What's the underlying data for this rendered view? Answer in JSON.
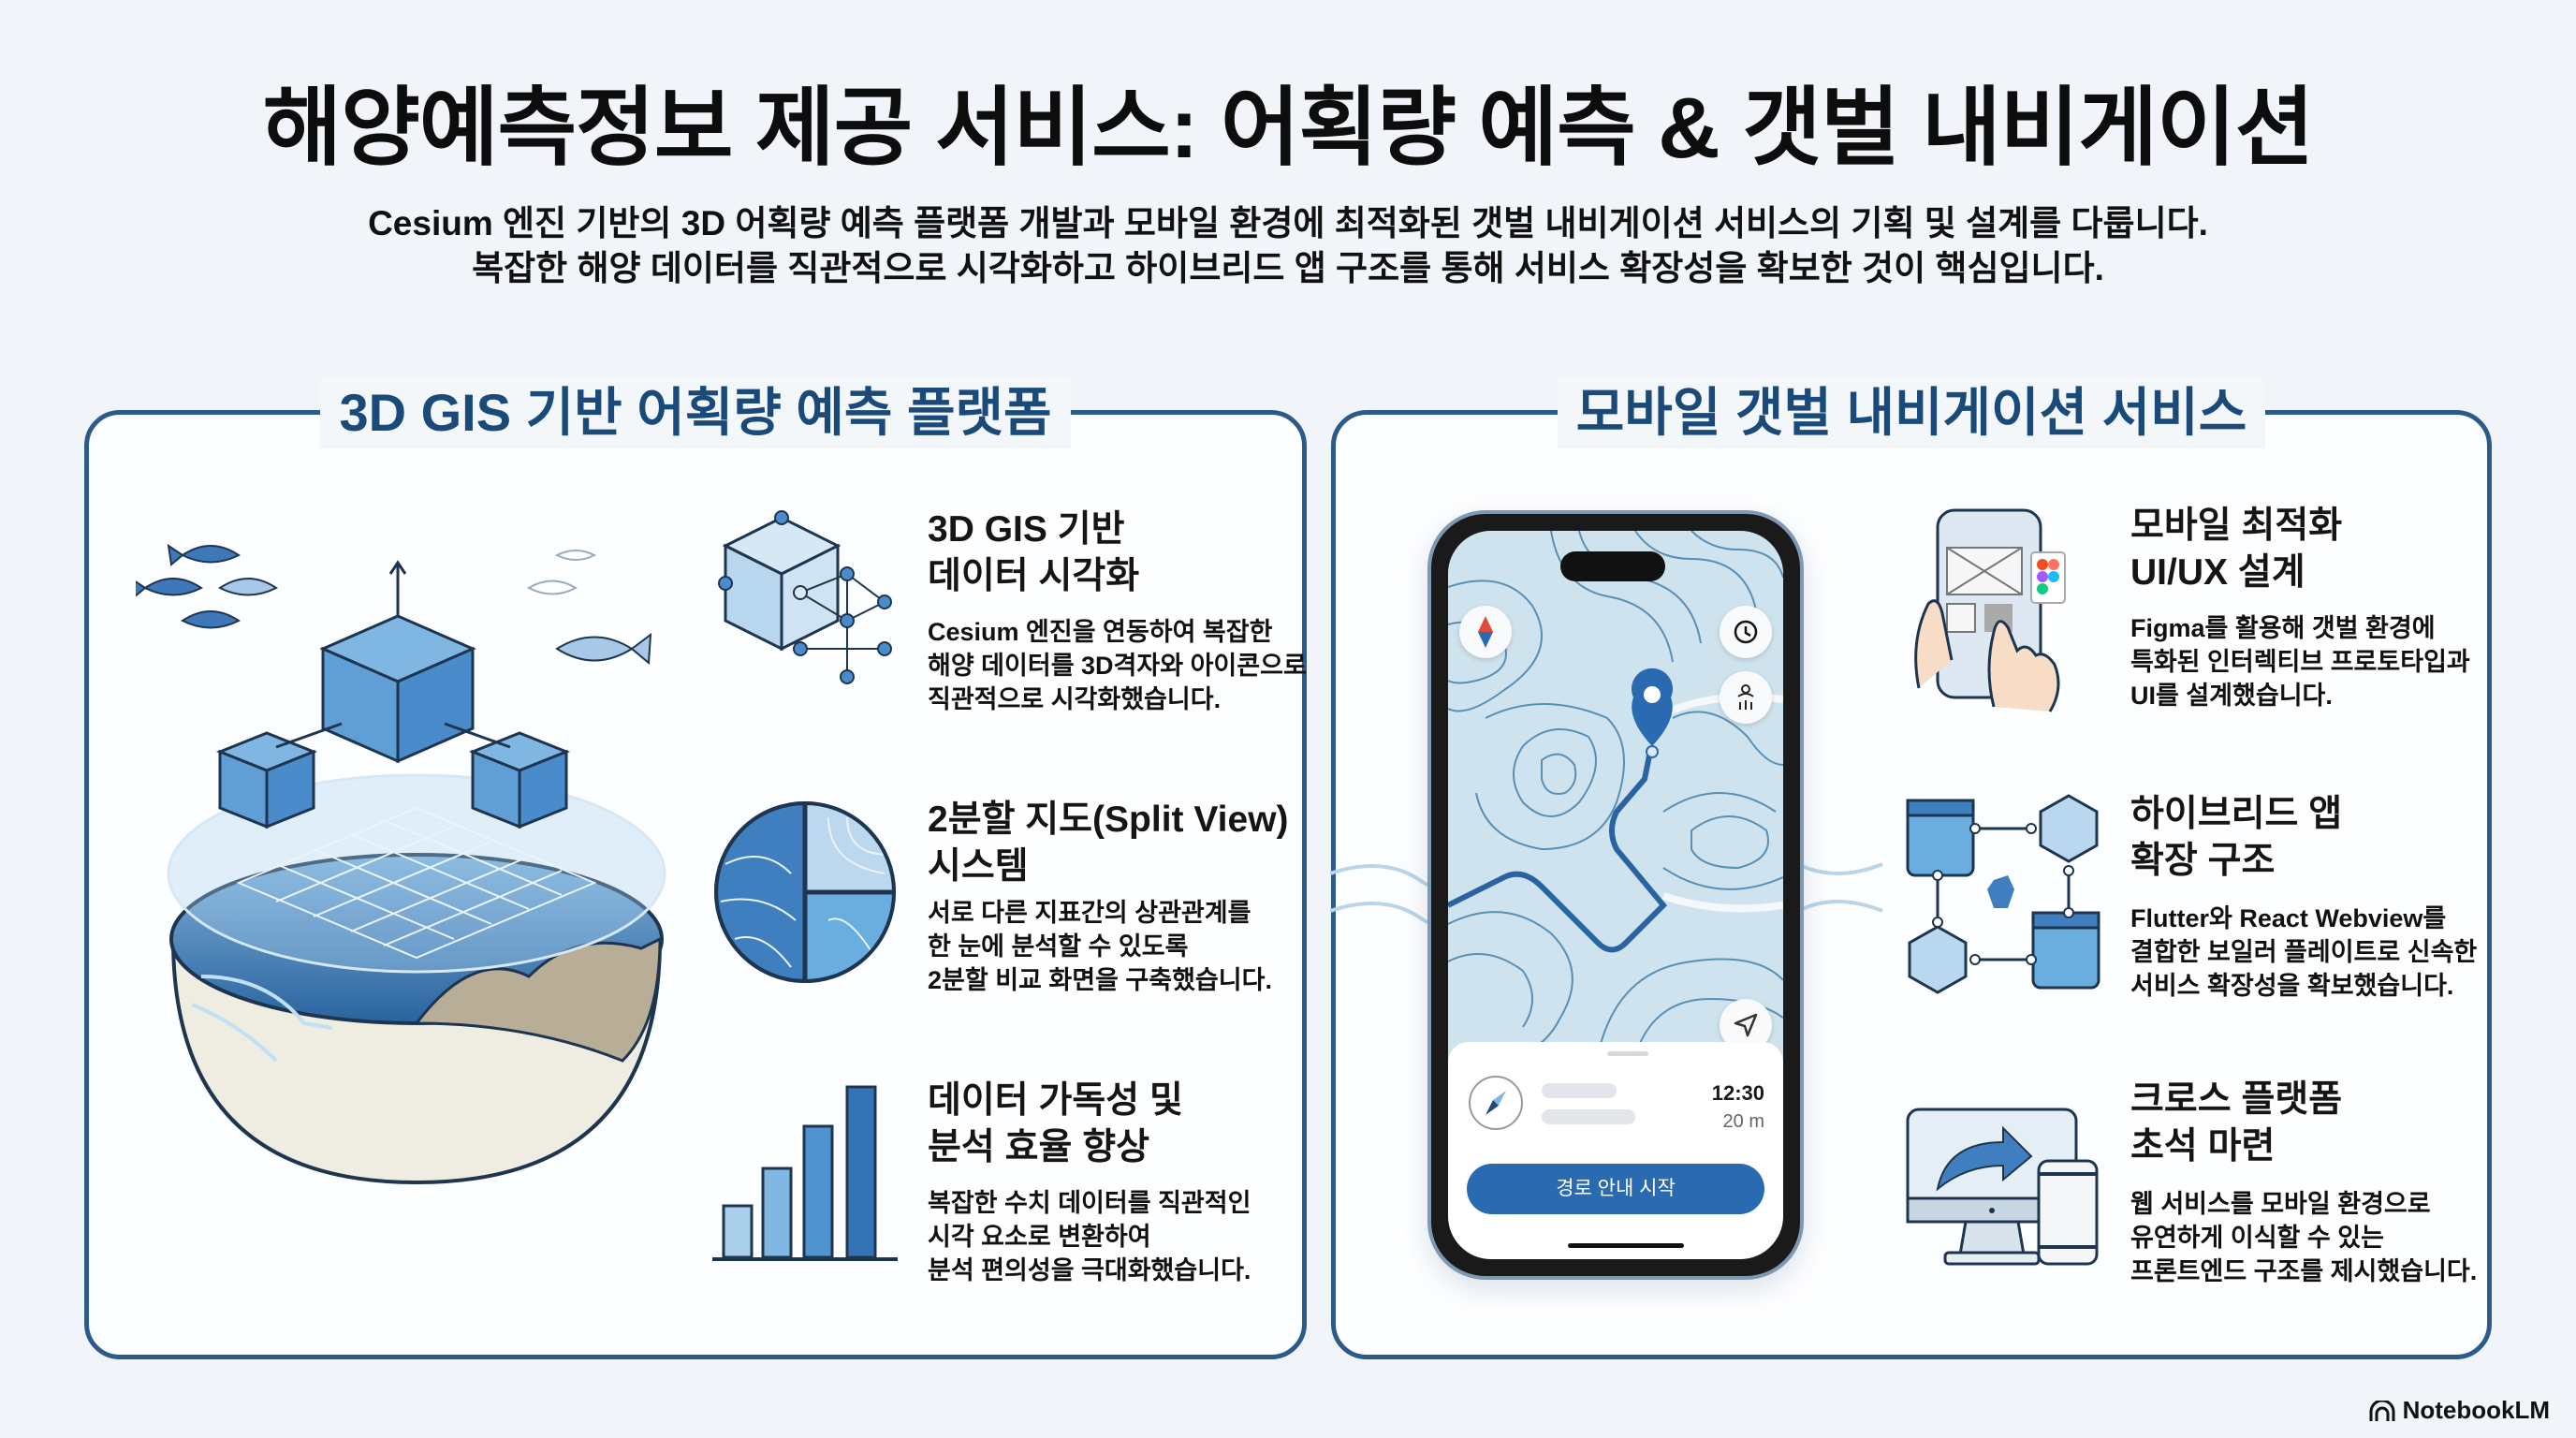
{
  "header": {
    "title": "해양예측정보 제공 서비스: 어획량 예측 & 갯벌 내비게이션",
    "subtitle_line1": "Cesium 엔진 기반의 3D 어획량 예측 플랫폼 개발과 모바일 환경에 최적화된 갯벌 내비게이션 서비스의 기획 및 설계를 다룹니다.",
    "subtitle_line2": "복잡한 해양 데이터를 직관적으로 시각화하고 하이브리드 앱 구조를 통해 서비스 확장성을 확보한 것이 핵심입니다."
  },
  "left_panel": {
    "heading": "3D GIS 기반 어획량 예측 플랫폼",
    "illustration": "globe-ocean-grid-cubes-fish",
    "features": [
      {
        "icon": "cube-network-icon",
        "title_line1": "3D GIS 기반",
        "title_line2": "데이터 시각화",
        "desc_line1": "Cesium 엔진을 연동하여 복잡한",
        "desc_line2": "해양 데이터를 3D격자와 아이콘으로",
        "desc_line3": "직관적으로 시각화했습니다."
      },
      {
        "icon": "split-map-icon",
        "title_line1": "2분할 지도(Split View)",
        "title_line2": "시스템",
        "desc_line1": "서로 다른 지표간의 상관관계를",
        "desc_line2": "한 눈에 분석할 수 있도록",
        "desc_line3": "2분할 비교 화면을 구축했습니다."
      },
      {
        "icon": "bar-chart-icon",
        "title_line1": "데이터 가독성 및",
        "title_line2": "분석 효율 향상",
        "desc_line1": "복잡한 수치 데이터를 직관적인",
        "desc_line2": "시각 요소로 변환하여",
        "desc_line3": "분석 편의성을 극대화했습니다."
      }
    ]
  },
  "right_panel": {
    "heading": "모바일 갯벌 내비게이션 서비스",
    "phone": {
      "eta": "12:30",
      "distance": "20 m",
      "start_button": "경로 안내 시작"
    },
    "features": [
      {
        "icon": "mobile-wireframe-figma-icon",
        "title_line1": "모바일 최적화",
        "title_line2": "UI/UX 설계",
        "desc_line1": "Figma를 활용해 갯벌 환경에",
        "desc_line2": "특화된 인터렉티브 프로토타입과",
        "desc_line3": "UI를 설계했습니다."
      },
      {
        "icon": "hybrid-architecture-icon",
        "title_line1": "하이브리드 앱",
        "title_line2": "확장 구조",
        "desc_line1": "Flutter와 React Webview를",
        "desc_line2": "결합한 보일러 플레이트로 신속한",
        "desc_line3": "서비스 확장성을 확보했습니다."
      },
      {
        "icon": "cross-platform-icon",
        "title_line1": "크로스 플랫폼",
        "title_line2": "초석 마련",
        "desc_line1": "웹 서비스를 모바일 환경으로",
        "desc_line2": "유연하게 이식할 수 있는",
        "desc_line3": "프론트엔드 구조를 제시했습니다."
      }
    ]
  },
  "footer": {
    "brand": "NotebookLM"
  },
  "colors": {
    "background": "#f1f5f9",
    "panel_border": "#2c5a8a",
    "heading": "#1a4a7a",
    "accent_blue": "#2a6ab1",
    "map_bg": "#cfe3ee"
  }
}
